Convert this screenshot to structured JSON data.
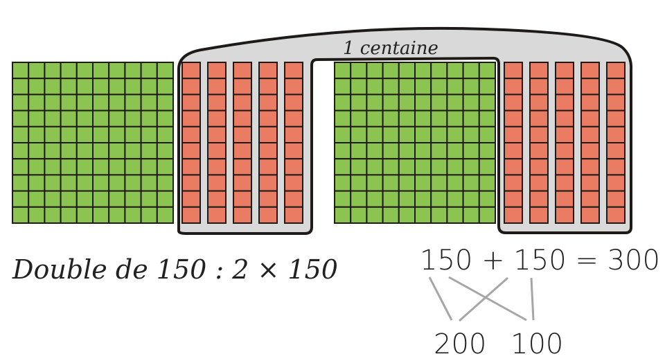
{
  "label_group": "1 centaine",
  "caption": "Double de 150 : 2 × 150",
  "equation": "150 + 150 = 300",
  "decomposition": {
    "hundreds": "200",
    "tens": "100"
  },
  "blocks": {
    "hundreds_squares": 2,
    "tens_rods_per_group": 5,
    "units_per_rod": 10
  },
  "colors": {
    "hundred": "#8cc451",
    "ten": "#e97c63",
    "group": "#d9d9d9",
    "stroke": "#1e1a17",
    "link": "#a6a6a6"
  }
}
